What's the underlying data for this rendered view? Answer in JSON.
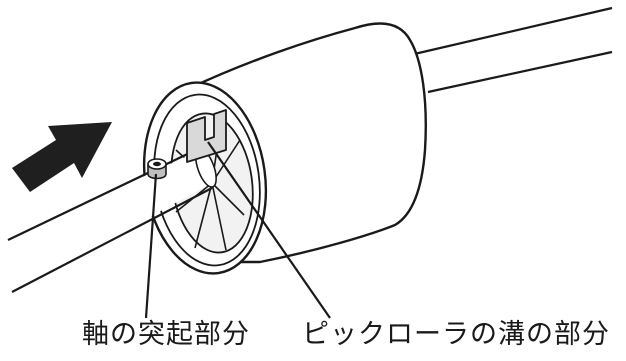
{
  "labels": {
    "shaft_protrusion": "軸の突起部分",
    "roller_groove": "ピックローラの溝の部分"
  },
  "colors": {
    "stroke": "#1a1a1a",
    "arrow": "#1f1f1f",
    "roller_face": "#ffffff",
    "inner_disc": "#f2f2f2",
    "groove_fill": "#d9d9d9",
    "background": "#ffffff"
  },
  "icons": {
    "arrow": "insert-direction-arrow"
  }
}
